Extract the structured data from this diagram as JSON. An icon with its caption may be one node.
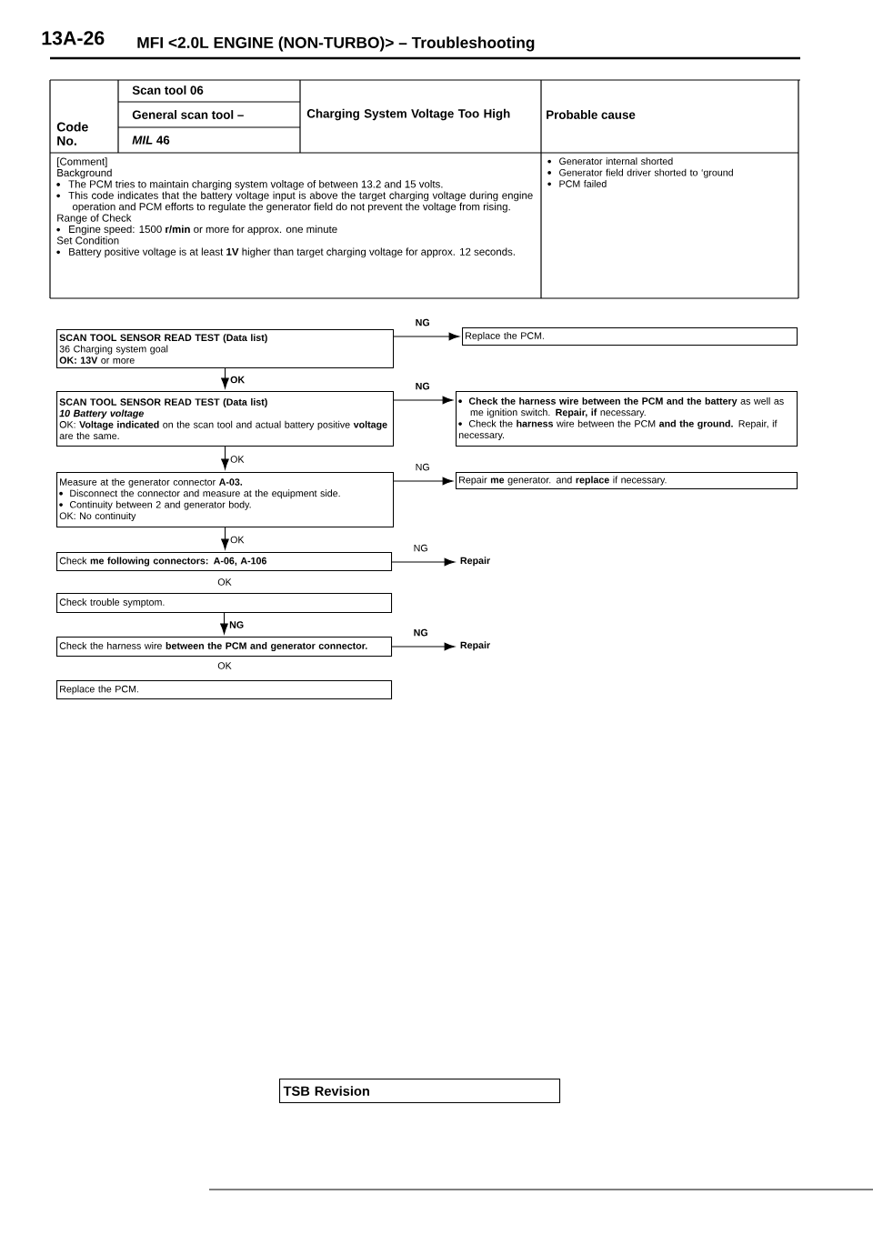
{
  "diagram": {
    "title": "MFI <2.0L ENGINE (NON-TURBO)> – Troubleshooting",
    "nodes": [
      {
        "text": [
          "SCAN TOOL SENSOR READ TEST (Data list)",
          "36 Charging system goal",
          "**OK: 13V** or more"
        ]
      },
      {
        "text": [
          "Replace the PCM."
        ]
      },
      {
        "text": [
          "SCAN TOOL SENSOR READ TEST (Data list)",
          "10 Battery voltage",
          "OK: **Voltage indicated** on the scan tool and actual battery positive **voltage** are the same."
        ]
      },
      {
        "text": [
          "**Check the harness wire between the PCM and the battery** as well as me ignition switch. **Repair, if** necessary.",
          "Check the **harness** wire between the PCM **and the ground.** Repair, if necessary."
        ]
      },
      {
        "text": [
          "Measure at the generator connector **A-03.**",
          "Disconnect the connector and measure at the equipment side.",
          "Continuity between 2 and generator body.",
          "OK: No continuity"
        ]
      },
      {
        "text": [
          "Repair **me** generator. and **replace** if necessary."
        ]
      },
      {
        "text": [
          "Check **me following connectors: A-06, A-106**"
        ]
      },
      {
        "text": [
          "Repair"
        ]
      },
      {
        "text": [
          "Check trouble symptom."
        ]
      },
      {
        "text": [
          "Check the harness wire **between the PCM and generator connector.**"
        ]
      },
      {
        "text": [
          "Repair"
        ]
      },
      {
        "text": [
          "Replace the PCM."
        ]
      }
    ],
    "edges": [
      {
        "from": 0,
        "to": 1,
        "arrow": "to",
        "label": "NG"
      },
      {
        "from": 0,
        "to": 2,
        "arrow": "to",
        "label": "OK"
      },
      {
        "from": 2,
        "to": 3,
        "arrow": "to",
        "label": "NG"
      },
      {
        "from": 2,
        "to": 4,
        "arrow": "to",
        "label": "OK"
      },
      {
        "from": 4,
        "to": 5,
        "arrow": "to",
        "label": "NG"
      },
      {
        "from": 4,
        "to": 6,
        "arrow": "to",
        "label": "OK"
      },
      {
        "from": 6,
        "to": 7,
        "arrow": "to",
        "label": "NG"
      },
      {
        "from": 8,
        "to": 9,
        "arrow": "to",
        "label": "NG"
      },
      {
        "from": 9,
        "to": 10,
        "arrow": "to",
        "label": "NG"
      }
    ],
    "labels": [
      "13A-26",
      "Code No.",
      "Scan tool 06",
      "General scan tool –",
      "*MIL* 46",
      "Charging System Voltage Too High",
      "Probable cause",
      "[Comment]",
      "Background",
      "The PCM tries to maintain charging system voltage of between 13.2 and 15 volts.",
      "This code indicates that the battery voltage input is above the target charging voltage during engine operation and PCM efforts to regulate the generator field do not prevent the voltage from rising.",
      "Range of Check",
      "Engine speed: 1500 **r/min** or more for approx. one minute",
      "Set Condition",
      "Battery positive voltage is at least **1V** higher than target charging voltage for approx. 12 seconds.",
      "Generator internal shorted",
      "Generator field driver shorted to ‘ground",
      "PCM failed",
      "OK",
      "OK",
      "TSB Revision"
    ]
  }
}
